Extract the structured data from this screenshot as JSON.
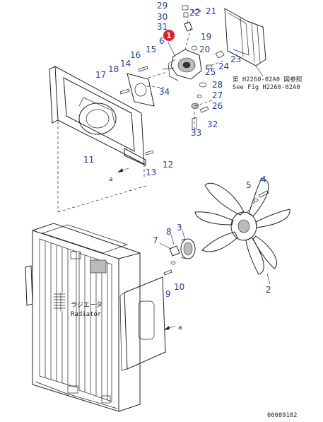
{
  "callouts": [
    {
      "id": "29",
      "label": "29"
    },
    {
      "id": "30",
      "label": "30"
    },
    {
      "id": "22",
      "label": "22"
    },
    {
      "id": "21",
      "label": "21"
    },
    {
      "id": "31",
      "label": "31"
    },
    {
      "id": "19",
      "label": "19"
    },
    {
      "id": "6",
      "label": "6"
    },
    {
      "id": "15",
      "label": "15"
    },
    {
      "id": "16",
      "label": "16"
    },
    {
      "id": "20",
      "label": "20"
    },
    {
      "id": "14",
      "label": "14"
    },
    {
      "id": "23",
      "label": "23"
    },
    {
      "id": "18",
      "label": "18"
    },
    {
      "id": "25",
      "label": "25"
    },
    {
      "id": "24",
      "label": "24"
    },
    {
      "id": "17",
      "label": "17"
    },
    {
      "id": "28",
      "label": "28"
    },
    {
      "id": "34",
      "label": "34"
    },
    {
      "id": "27",
      "label": "27"
    },
    {
      "id": "26",
      "label": "26"
    },
    {
      "id": "32",
      "label": "32"
    },
    {
      "id": "33",
      "label": "33"
    },
    {
      "id": "11",
      "label": "11"
    },
    {
      "id": "12",
      "label": "12"
    },
    {
      "id": "13",
      "label": "13"
    },
    {
      "id": "4",
      "label": "4"
    },
    {
      "id": "5",
      "label": "5"
    },
    {
      "id": "3",
      "label": "3"
    },
    {
      "id": "8",
      "label": "8"
    },
    {
      "id": "7",
      "label": "7"
    },
    {
      "id": "10",
      "label": "10"
    },
    {
      "id": "9",
      "label": "9"
    },
    {
      "id": "2",
      "label": "2"
    }
  ],
  "highlight_badge": "1",
  "see_fig_jp": "第 H2260-02A0 図参照",
  "see_fig_en": "See Fig H2260-02A0",
  "flow_label_top": "a",
  "flow_label_bottom": "a",
  "radiator_jp": "ラジエータ",
  "radiator_en": "Radiator",
  "drawing_number": "00089182",
  "colors": {
    "callout": "#1a3fa8",
    "badge": "#e11d2a",
    "line": "#222222"
  }
}
